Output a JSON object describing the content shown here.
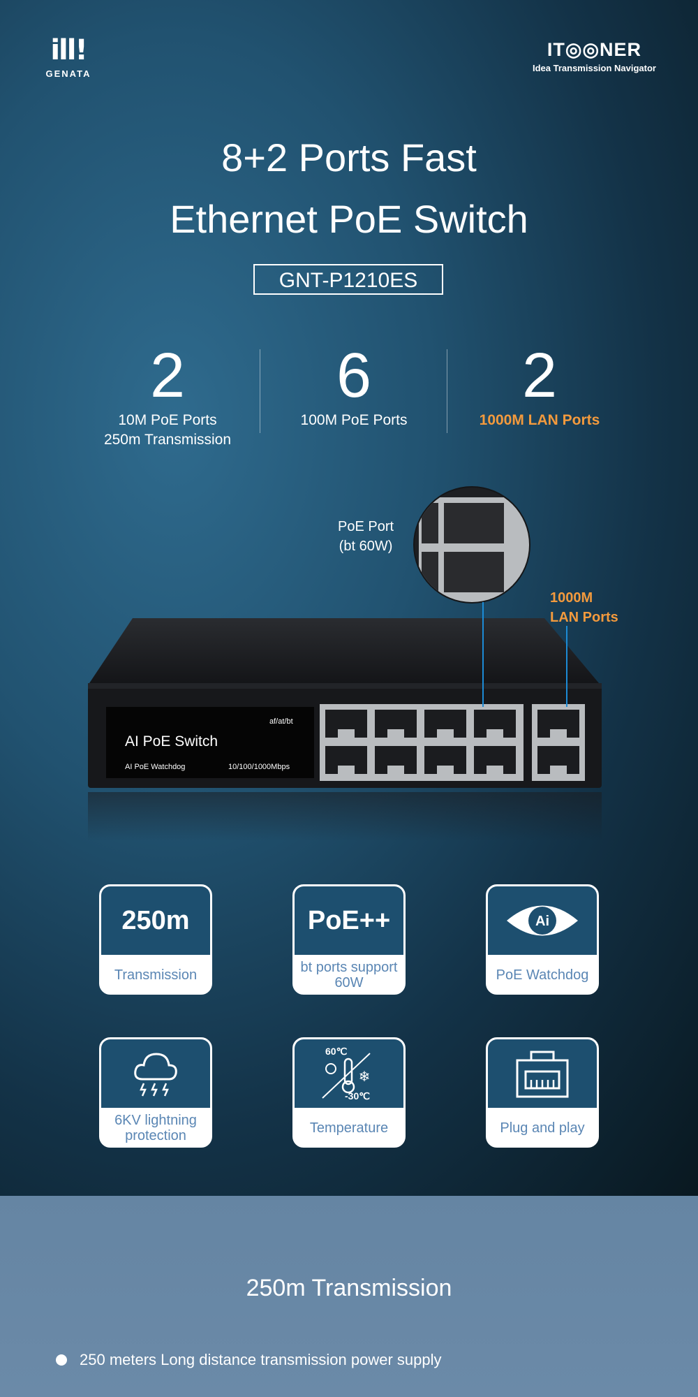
{
  "brand_left": {
    "mark": "ill!",
    "name": "GENATA"
  },
  "brand_right": {
    "name": "IT◎◎NER",
    "tagline": "Idea Transmission Navigator"
  },
  "title_line1": "8+2 Ports Fast",
  "title_line2": "Ethernet PoE Switch",
  "model": "GNT-P1210ES",
  "stats": [
    {
      "number": "2",
      "line1": "10M PoE Ports",
      "line2": "250m Transmission"
    },
    {
      "number": "6",
      "line1": "100M PoE Ports",
      "line2": ""
    },
    {
      "number": "2",
      "line1": "1000M LAN Ports",
      "line2": ""
    }
  ],
  "callouts": {
    "poe_line1": "PoE Port",
    "poe_line2": "(bt 60W)",
    "lan_line1": "1000M",
    "lan_line2": "LAN Ports"
  },
  "device": {
    "name": "AI PoE Switch",
    "standards": "af/at/bt",
    "watchdog": "AI PoE Watchdog",
    "speed": "10/100/1000Mbps"
  },
  "features": [
    {
      "top": "250m",
      "label": "Transmission",
      "icon": ""
    },
    {
      "top": "PoE++",
      "label": "bt ports support 60W",
      "icon": ""
    },
    {
      "top": "",
      "label": "PoE Watchdog",
      "icon": "ai-eye-icon"
    },
    {
      "top": "",
      "label": "6KV lightning protection",
      "icon": "lightning-cloud-icon"
    },
    {
      "top": "",
      "label": "Temperature",
      "icon": "thermometer-icon",
      "hot": "60℃",
      "cold": "-30℃"
    },
    {
      "top": "",
      "label": "Plug and play",
      "icon": "ethernet-port-icon"
    }
  ],
  "section2": {
    "title": "250m Transmission",
    "bullets": [
      "250 meters Long distance transmission power supply"
    ]
  }
}
